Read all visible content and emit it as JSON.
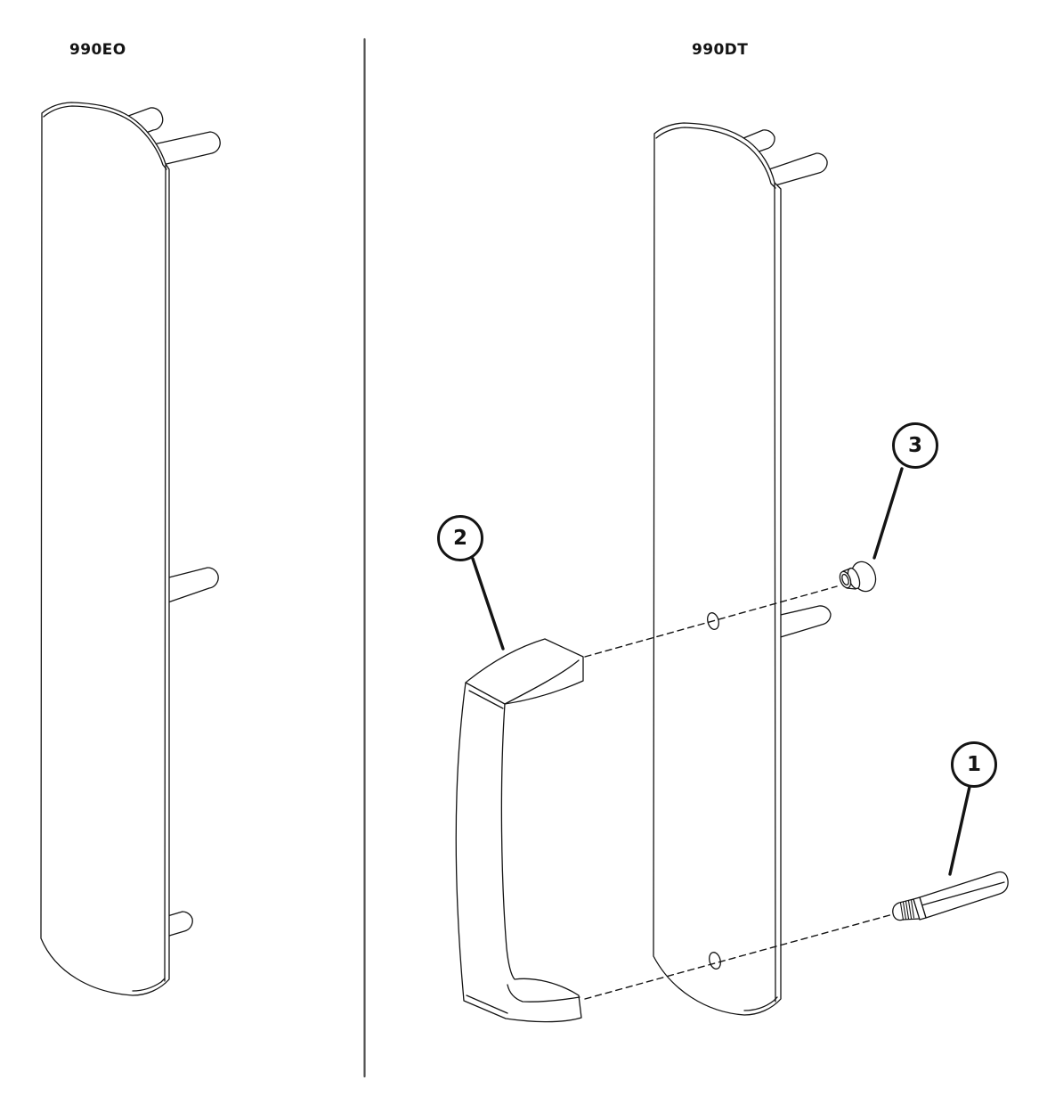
{
  "figure": {
    "background_color": "#ffffff",
    "line_color": "#141414",
    "divider_color": "#4f4f4f",
    "left_panel": {
      "label": "990EO"
    },
    "right_panel": {
      "label": "990DT"
    },
    "callouts": {
      "item1": "1",
      "item2": "2",
      "item3": "3"
    }
  }
}
